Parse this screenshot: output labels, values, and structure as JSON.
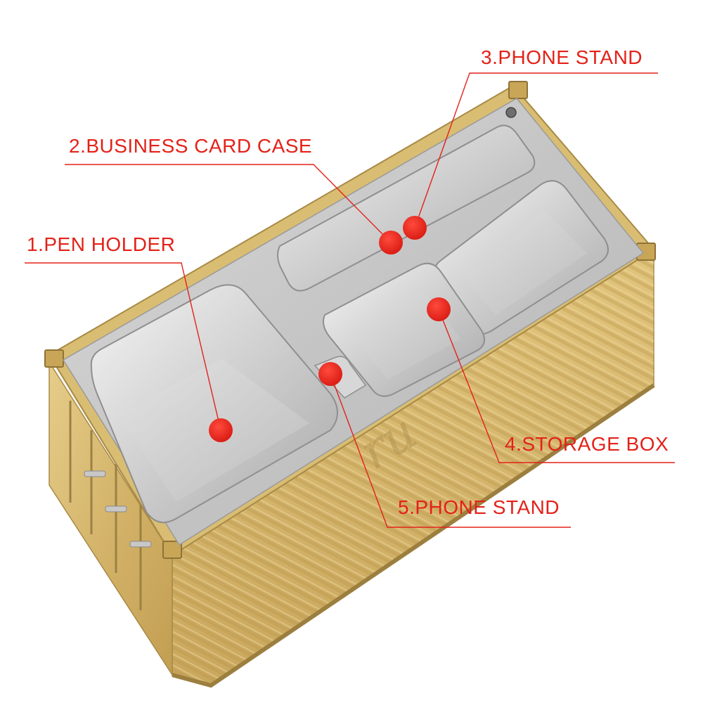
{
  "colors": {
    "accent": "#e32219",
    "label_text": "#e32219",
    "container_gold": "#d6b66a",
    "tray_silver": "#c9c9c9"
  },
  "callouts": [
    {
      "id": "c1",
      "label": "1.PEN HOLDER"
    },
    {
      "id": "c2",
      "label": "2.BUSINESS CARD CASE"
    },
    {
      "id": "c3",
      "label": "3.PHONE STAND"
    },
    {
      "id": "c4",
      "label": "4.STORAGE BOX"
    },
    {
      "id": "c5",
      "label": "5.PHONE STAND"
    }
  ]
}
